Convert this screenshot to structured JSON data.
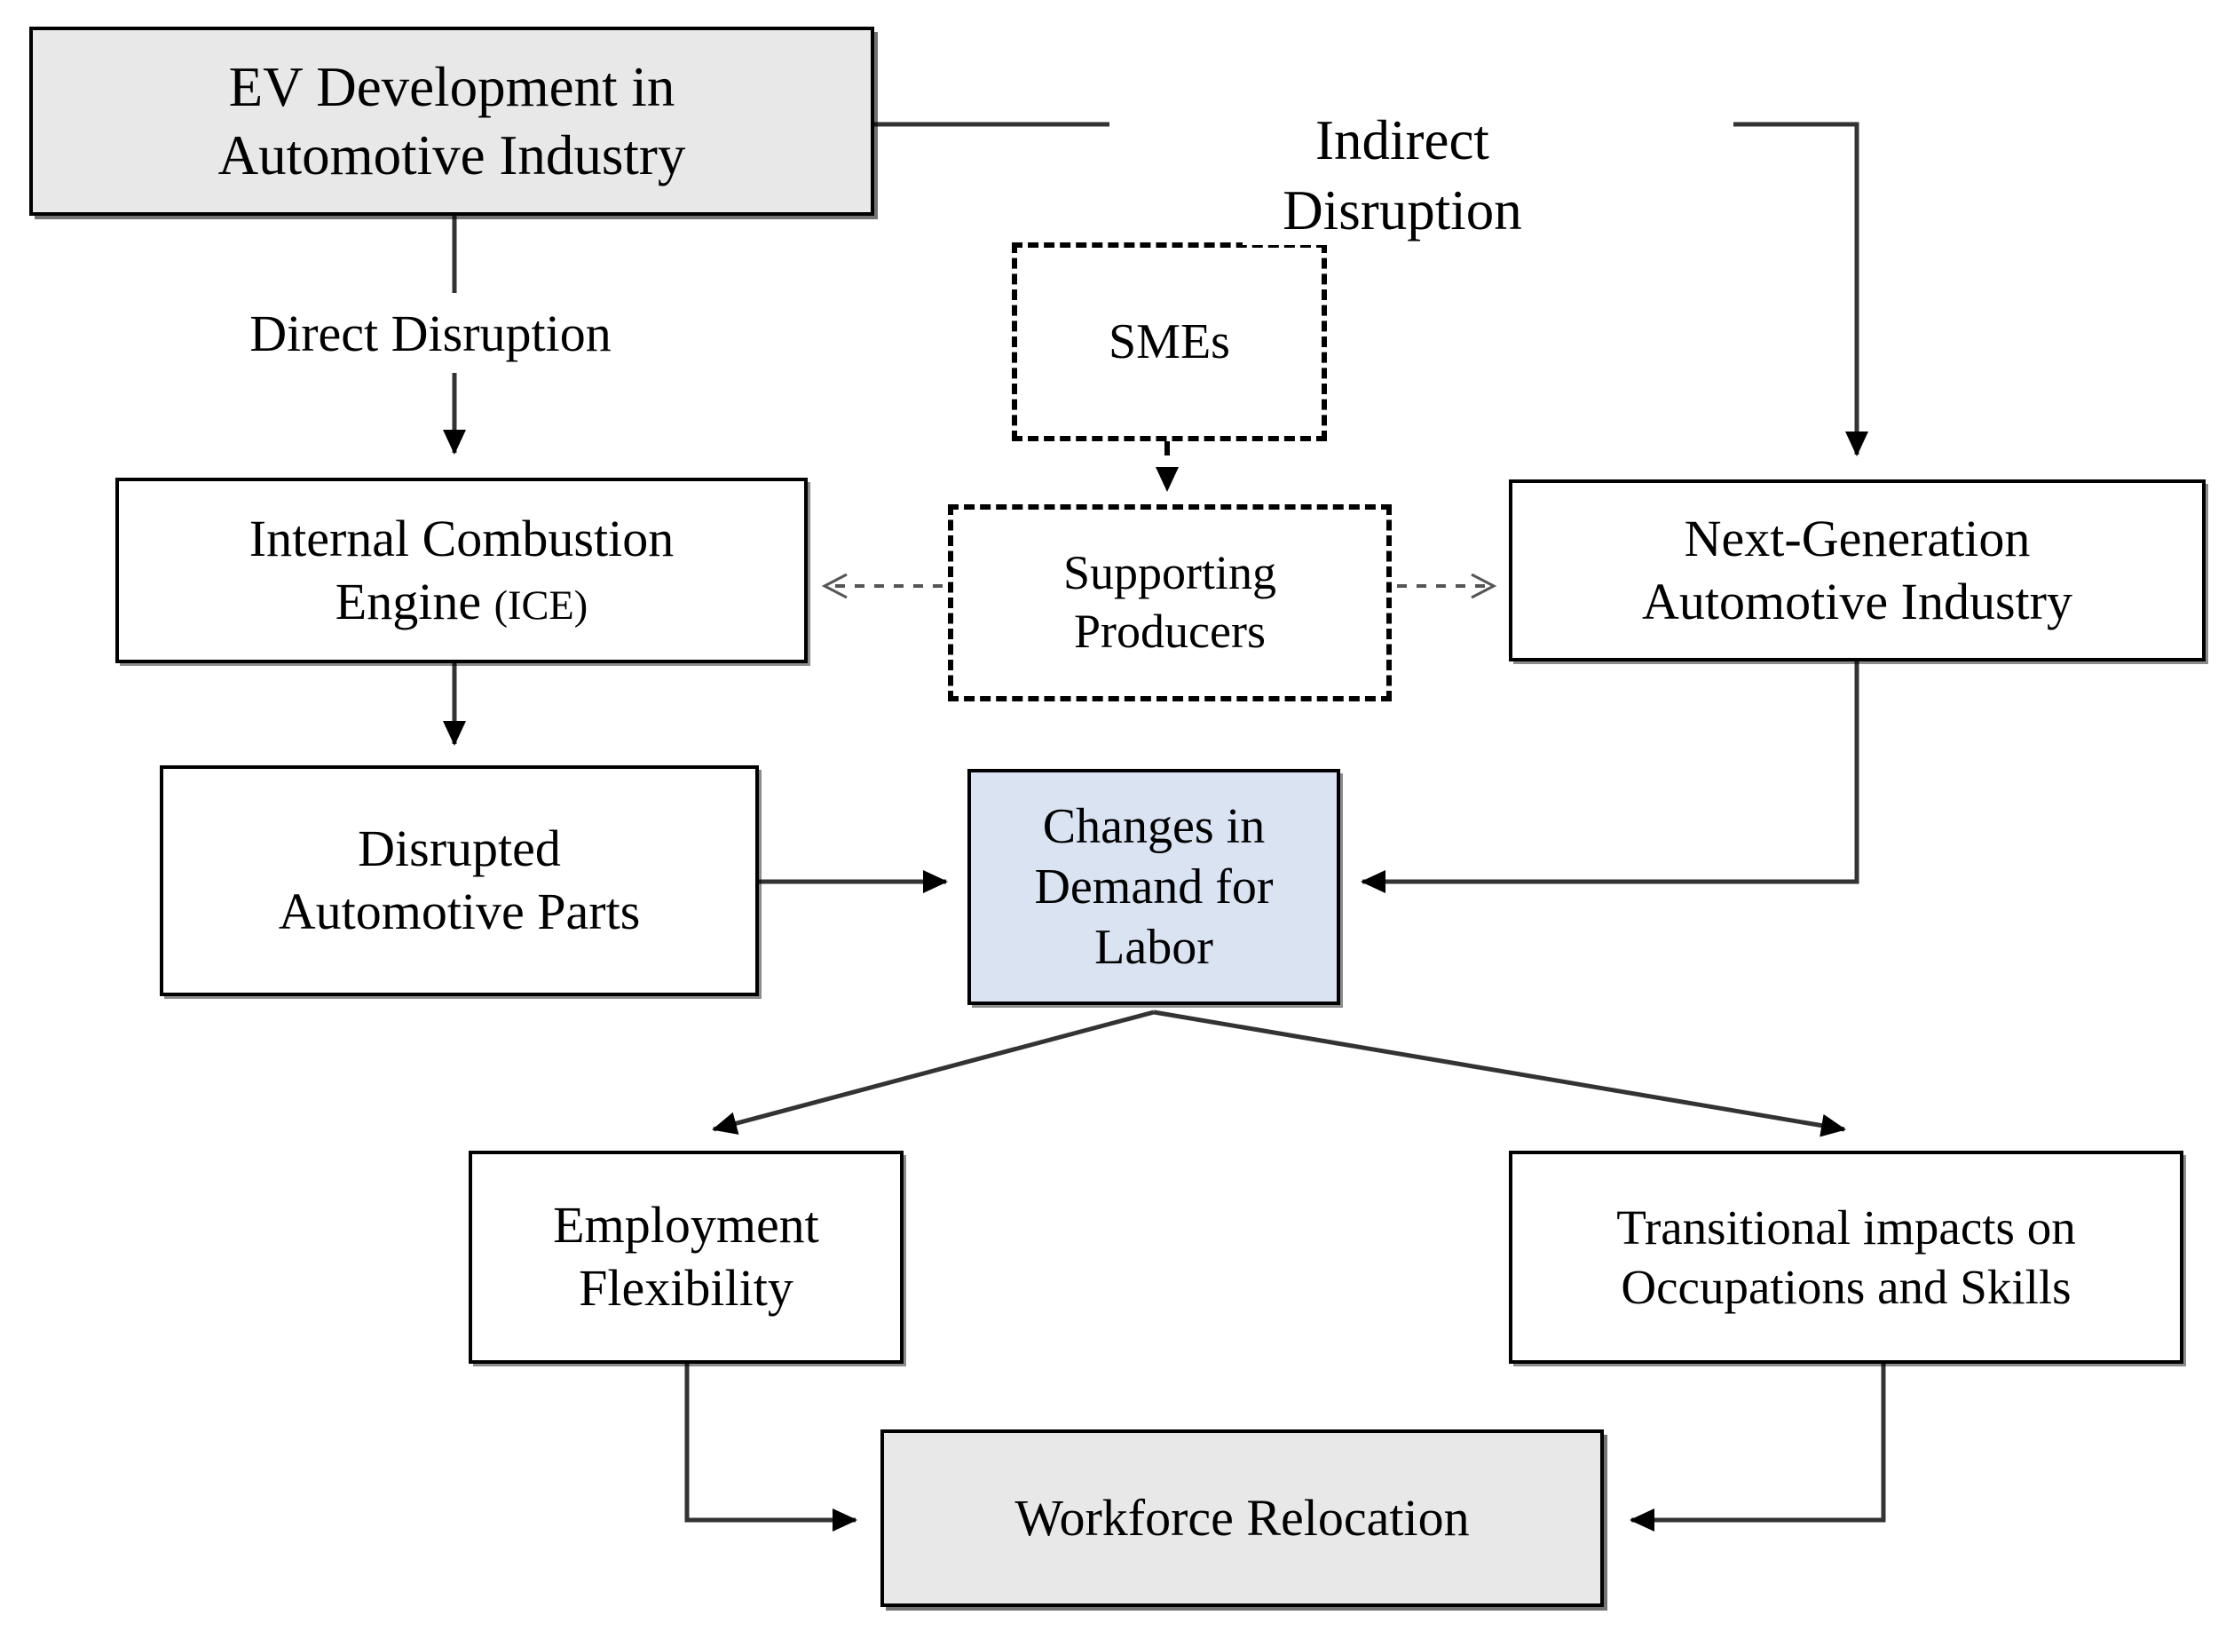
{
  "diagram": {
    "title": "EV disruption to automotive labor demand flowchart",
    "colors": {
      "shaded_fill": "#e8e8e8",
      "accent_fill": "#dae3f1",
      "plain_fill": "#ffffff",
      "stroke": "#000000",
      "background": "#ffffff"
    },
    "nodes": [
      {
        "id": "ev",
        "label": "EV Development in\nAutomotive Industry",
        "style": "shaded"
      },
      {
        "id": "ice",
        "label": "Internal Combustion\nEngine (ICE)",
        "style": "plain"
      },
      {
        "id": "smes",
        "label": "SMEs",
        "style": "dashed"
      },
      {
        "id": "sup",
        "label": "Supporting\nProducers",
        "style": "dashed"
      },
      {
        "id": "next",
        "label": "Next-Generation\nAutomotive Industry",
        "style": "plain"
      },
      {
        "id": "parts",
        "label": "Disrupted\nAutomotive Parts",
        "style": "plain"
      },
      {
        "id": "demand",
        "label": "Changes in\nDemand for\nLabor",
        "style": "accent"
      },
      {
        "id": "emp",
        "label": "Employment\nFlexibility",
        "style": "plain"
      },
      {
        "id": "trans",
        "label": "Transitional impacts on\nOccupations and Skills",
        "style": "plain"
      },
      {
        "id": "work",
        "label": "Workforce Relocation",
        "style": "shaded"
      }
    ],
    "node_text": {
      "ev_line1": "EV Development in",
      "ev_line2": "Automotive Industry",
      "ice_line1": "Internal Combustion",
      "ice_line2_main": "Engine ",
      "ice_line2_paren": "(ICE)",
      "smes": "SMEs",
      "sup_line1": "Supporting",
      "sup_line2": "Producers",
      "next_line1": "Next-Generation",
      "next_line2": "Automotive Industry",
      "parts_line1": "Disrupted",
      "parts_line2": "Automotive Parts",
      "demand_line1": "Changes in",
      "demand_line2": "Demand for",
      "demand_line3": "Labor",
      "emp_line1": "Employment",
      "emp_line2": "Flexibility",
      "trans_line1": "Transitional impacts on",
      "trans_line2": "Occupations and Skills",
      "work": "Workforce Relocation"
    },
    "edge_labels": {
      "direct": "Direct Disruption",
      "indirect_line1": "Indirect",
      "indirect_line2": "Disruption"
    },
    "edges": [
      {
        "from": "ev",
        "to": "ice",
        "label": "Direct Disruption",
        "line": "solid",
        "arrow": "filled"
      },
      {
        "from": "ev",
        "to": "next",
        "label": "Indirect Disruption",
        "line": "solid",
        "arrow": "filled"
      },
      {
        "from": "smes",
        "to": "sup",
        "label": "",
        "line": "dashed",
        "arrow": "filled"
      },
      {
        "from": "sup",
        "to": "ice",
        "label": "",
        "line": "dotted",
        "arrow": "open"
      },
      {
        "from": "sup",
        "to": "next",
        "label": "",
        "line": "dotted",
        "arrow": "open"
      },
      {
        "from": "ice",
        "to": "parts",
        "label": "",
        "line": "solid",
        "arrow": "filled"
      },
      {
        "from": "parts",
        "to": "demand",
        "label": "",
        "line": "solid",
        "arrow": "filled"
      },
      {
        "from": "next",
        "to": "demand",
        "label": "",
        "line": "solid",
        "arrow": "filled"
      },
      {
        "from": "demand",
        "to": "emp",
        "label": "",
        "line": "solid",
        "arrow": "filled"
      },
      {
        "from": "demand",
        "to": "trans",
        "label": "",
        "line": "solid",
        "arrow": "filled"
      },
      {
        "from": "emp",
        "to": "work",
        "label": "",
        "line": "solid",
        "arrow": "filled"
      },
      {
        "from": "trans",
        "to": "work",
        "label": "",
        "line": "solid",
        "arrow": "filled"
      }
    ]
  }
}
